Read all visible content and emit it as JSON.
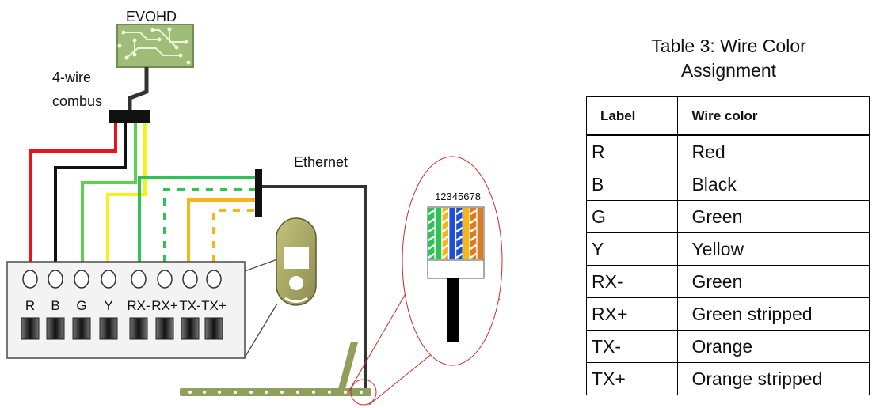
{
  "diagram": {
    "panel_label": "EVOHD",
    "combus_line1": "4-wire",
    "combus_line2": "combus",
    "ethernet_label": "Ethernet",
    "pin_numbers": "12345678",
    "terminals": [
      {
        "label": "R",
        "wire_color": "#e8141b"
      },
      {
        "label": "B",
        "wire_color": "#111111"
      },
      {
        "label": "G",
        "wire_color": "#5bd24b"
      },
      {
        "label": "Y",
        "wire_color": "#f2f21c"
      },
      {
        "label": "RX-",
        "wire_color": "#2fc256"
      },
      {
        "label": "RX+",
        "wire_color": "#2fc256"
      },
      {
        "label": "TX-",
        "wire_color": "#f4b61a"
      },
      {
        "label": "TX+",
        "wire_color": "#f4b61a"
      }
    ],
    "colors": {
      "panel_board": "#9fbd78",
      "terminal_block": "#f3f3f3",
      "keypad": "#9b9a5c",
      "rail": "#8ea05a",
      "cable": "#333333",
      "callout": "#cf2a2a"
    }
  },
  "table": {
    "title_line1": "Table 3: Wire Color",
    "title_line2": "Assignment",
    "headers": {
      "label": "Label",
      "color": "Wire color"
    },
    "rows": [
      {
        "label": "R",
        "color": "Red"
      },
      {
        "label": "B",
        "color": "Black"
      },
      {
        "label": "G",
        "color": "Green"
      },
      {
        "label": "Y",
        "color": "Yellow"
      },
      {
        "label": "RX-",
        "color": "Green"
      },
      {
        "label": "RX+",
        "color": "Green stripped"
      },
      {
        "label": "TX-",
        "color": "Orange"
      },
      {
        "label": "TX+",
        "color": "Orange stripped"
      }
    ]
  }
}
